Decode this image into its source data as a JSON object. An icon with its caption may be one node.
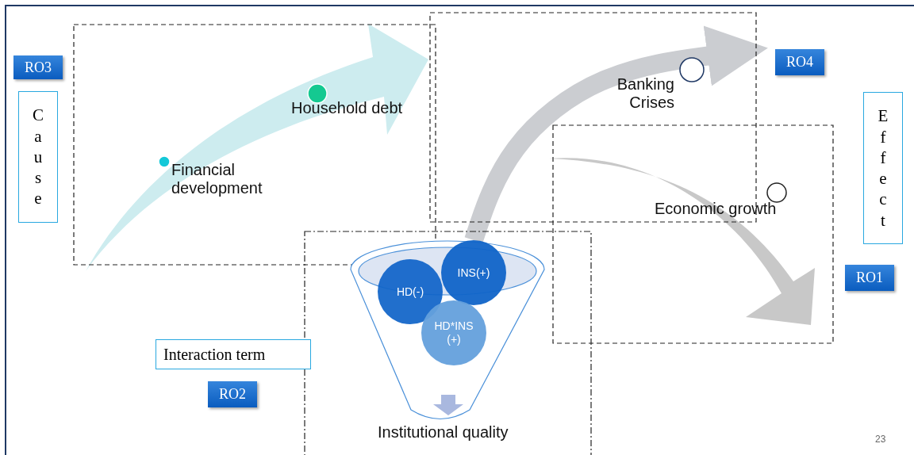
{
  "diagram": {
    "nodes": [
      {
        "text": [
          "RO3"
        ]
      },
      {
        "text": [
          "Cause"
        ]
      },
      {
        "text": [
          "RO4"
        ]
      },
      {
        "text": [
          "Effect"
        ]
      },
      {
        "text": [
          "RO1"
        ]
      },
      {
        "text": [
          "HD(-)"
        ]
      },
      {
        "text": [
          "INS(+)"
        ]
      },
      {
        "text": [
          "HD*INS (+)"
        ]
      },
      {
        "text": [
          "Interaction term"
        ]
      },
      {
        "text": [
          "RO2"
        ]
      }
    ],
    "edges": [
      {
        "from": 6,
        "to": 2,
        "arrow": "to"
      }
    ],
    "labels": [
      "Household debt",
      "Financial development",
      "Banking Crises",
      "Economic growth",
      "Institutional quality",
      "23"
    ]
  }
}
